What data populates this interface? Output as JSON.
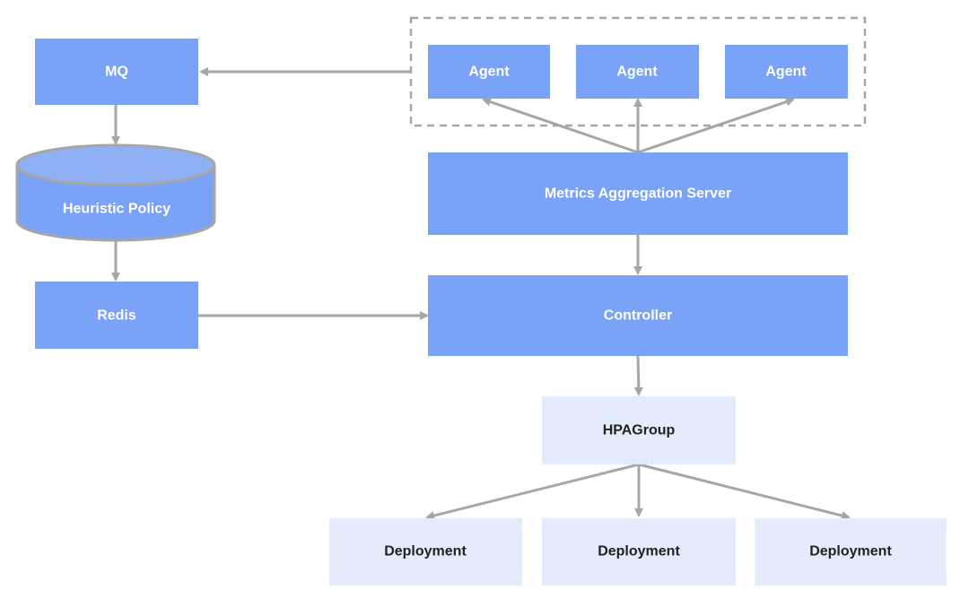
{
  "colors": {
    "node_primary": "#7aa2f7",
    "node_light": "#e4ebfb",
    "cylinder_top": "#8fb0f5",
    "cylinder_border": "#a6a6a6",
    "edge": "#a6a6a6",
    "group_border": "#a6a6a6",
    "dark_text": "#222222"
  },
  "nodes": {
    "mq": "MQ",
    "heuristic_policy": "Heuristic Policy",
    "redis": "Redis",
    "agent_1": "Agent",
    "agent_2": "Agent",
    "agent_3": "Agent",
    "metrics_aggregation_server": "Metrics Aggregation Server",
    "controller": "Controller",
    "hpagroup": "HPAGroup",
    "deployment_1": "Deployment",
    "deployment_2": "Deployment",
    "deployment_3": "Deployment"
  },
  "edges": [
    {
      "from": "agents-group",
      "to": "mq"
    },
    {
      "from": "mq",
      "to": "heuristic_policy"
    },
    {
      "from": "heuristic_policy",
      "to": "redis"
    },
    {
      "from": "redis",
      "to": "controller"
    },
    {
      "from": "metrics_aggregation_server",
      "to": "agent_1"
    },
    {
      "from": "metrics_aggregation_server",
      "to": "agent_2"
    },
    {
      "from": "metrics_aggregation_server",
      "to": "agent_3"
    },
    {
      "from": "metrics_aggregation_server",
      "to": "controller"
    },
    {
      "from": "controller",
      "to": "hpagroup"
    },
    {
      "from": "hpagroup",
      "to": "deployment_1"
    },
    {
      "from": "hpagroup",
      "to": "deployment_2"
    },
    {
      "from": "hpagroup",
      "to": "deployment_3"
    }
  ]
}
